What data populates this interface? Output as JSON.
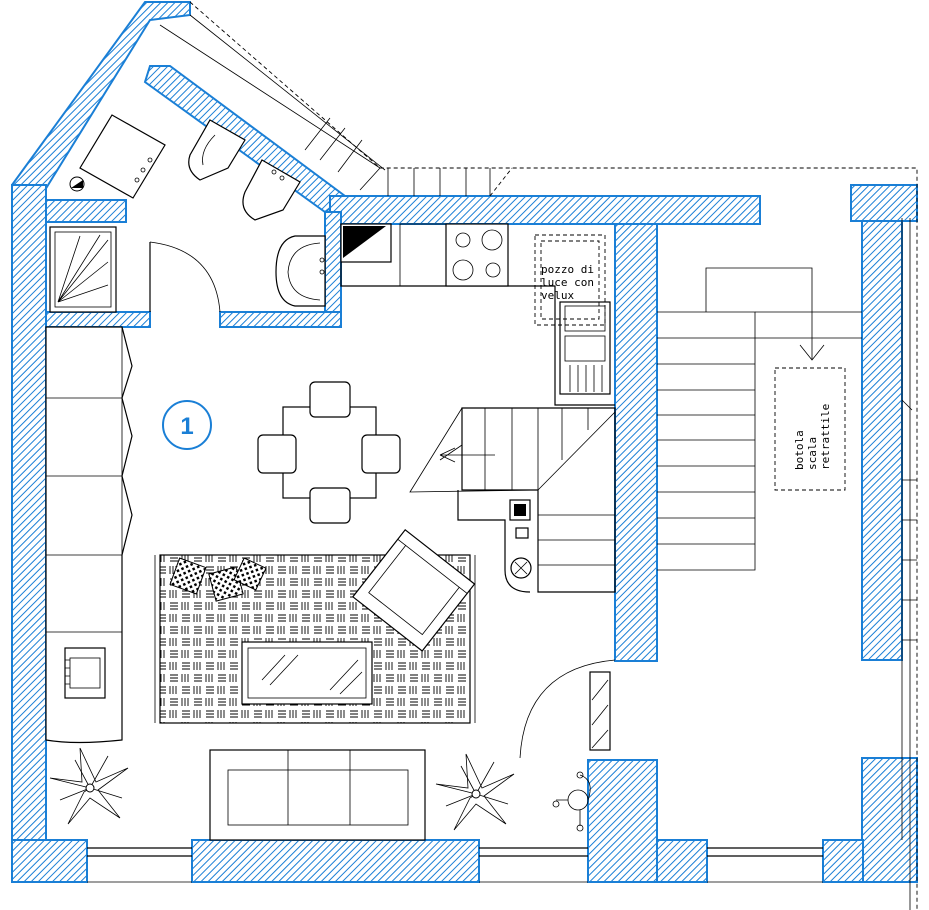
{
  "plan": {
    "room_number": "1",
    "labels": {
      "skylight_line1": "pozzo di",
      "skylight_line2": "luce con",
      "skylight_line3": "velux",
      "hatch_line1": "botola",
      "hatch_line2": "scala",
      "hatch_line3": "retrattile"
    }
  },
  "colors": {
    "wall_outline": "#1a7fd6",
    "wall_hatch": "#1a7fd6",
    "linework": "#000000",
    "background": "#ffffff"
  }
}
